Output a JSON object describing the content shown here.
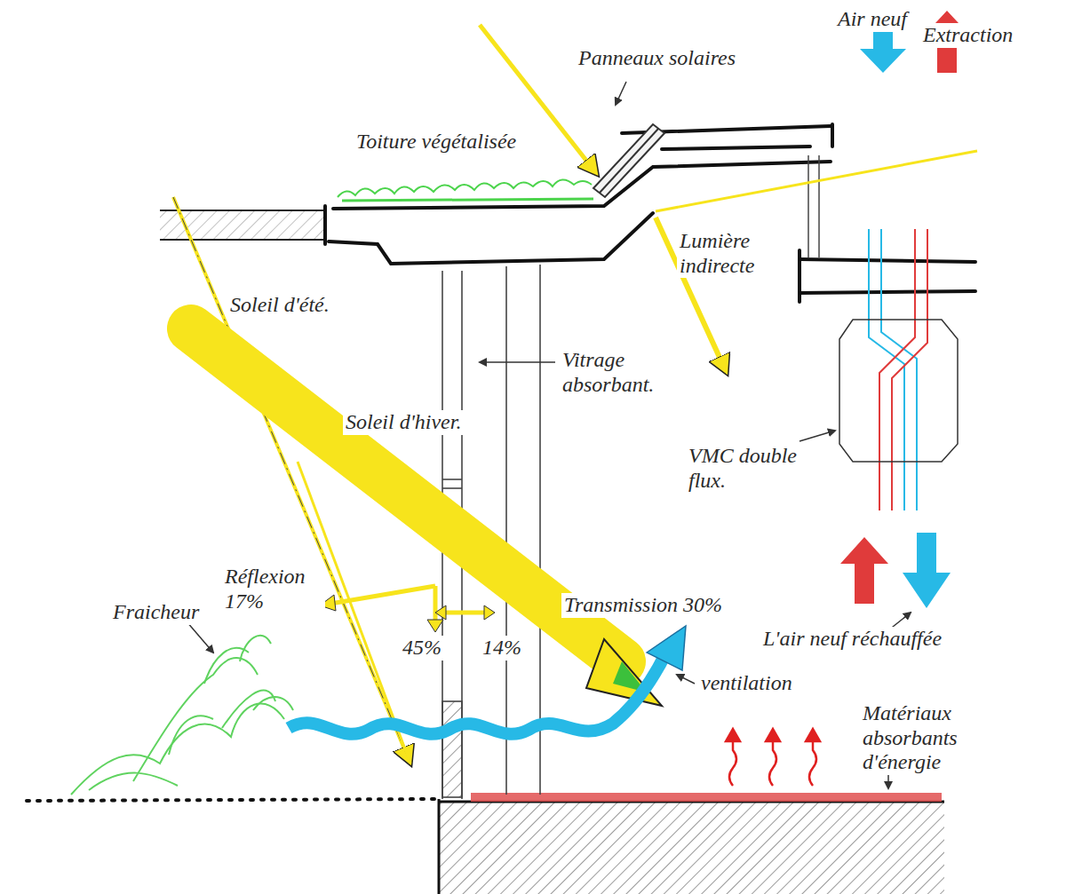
{
  "diagram": {
    "labels": [
      "Panneaux solaires",
      "Toiture végétalisée",
      "Air neuf",
      "Extraction",
      "Lumière indirecte",
      "Soleil d'été.",
      "Vitrage absorbant.",
      "Soleil d'hiver.",
      "VMC double flux.",
      "Réflexion 17%",
      "45%",
      "14%",
      "Transmission 30%",
      "Fraicheur",
      "ventilation",
      "L'air neuf réchauffée",
      "Matériaux absorbants d'énergie"
    ]
  }
}
